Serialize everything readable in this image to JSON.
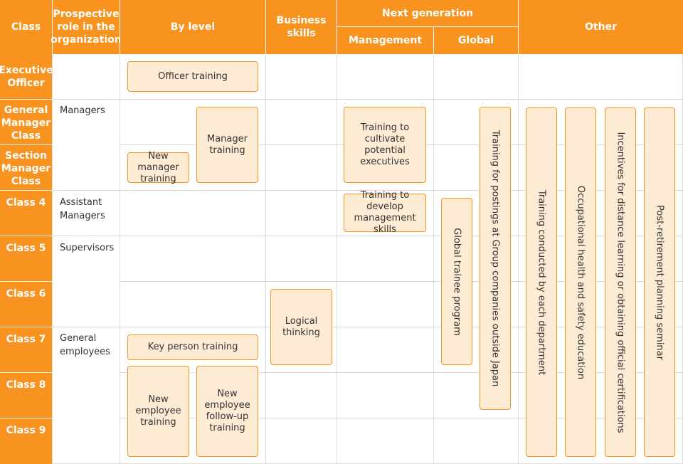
{
  "headers": {
    "class": "Class",
    "role": "Prospective role in the organization",
    "by_level": "By level",
    "business_skills": "Business skills",
    "next_generation": "Next generation",
    "management": "Management",
    "global": "Global",
    "other": "Other"
  },
  "rows": [
    {
      "label": "Executive Officer"
    },
    {
      "label": "General Manager Class"
    },
    {
      "label": "Section Manager Class"
    },
    {
      "label": "Class 4"
    },
    {
      "label": "Class 5"
    },
    {
      "label": "Class 6"
    },
    {
      "label": "Class 7"
    },
    {
      "label": "Class 8"
    },
    {
      "label": "Class 9"
    }
  ],
  "roles": {
    "managers": "Managers",
    "assistant_managers": "Assistant Managers",
    "supervisors": "Supervisors",
    "general_employees": "General employees"
  },
  "programs": {
    "officer_training": "Officer training",
    "manager_training": "Manager training",
    "new_manager_training": "New manager training",
    "key_person_training": "Key person training",
    "new_employee_training": "New employee training",
    "new_employee_followup": "New employee follow-up training",
    "logical_thinking": "Logical thinking",
    "cultivate_executives": "Training to cultivate potential executives",
    "develop_management": "Training to develop management skills",
    "global_trainee": "Global trainee program",
    "group_postings": "Training for postings at Group companies outside Japan",
    "department_training": "Training conducted by each department",
    "health_safety": "Occupational health and safety education",
    "distance_learning": "Incentives for distance learning or obtaining official certifications",
    "post_retirement": "Post-retirement planning seminar"
  },
  "colors": {
    "header_orange": "#f7931e",
    "box_fill": "#fdebd3",
    "grid_line": "#dcdcdc"
  }
}
